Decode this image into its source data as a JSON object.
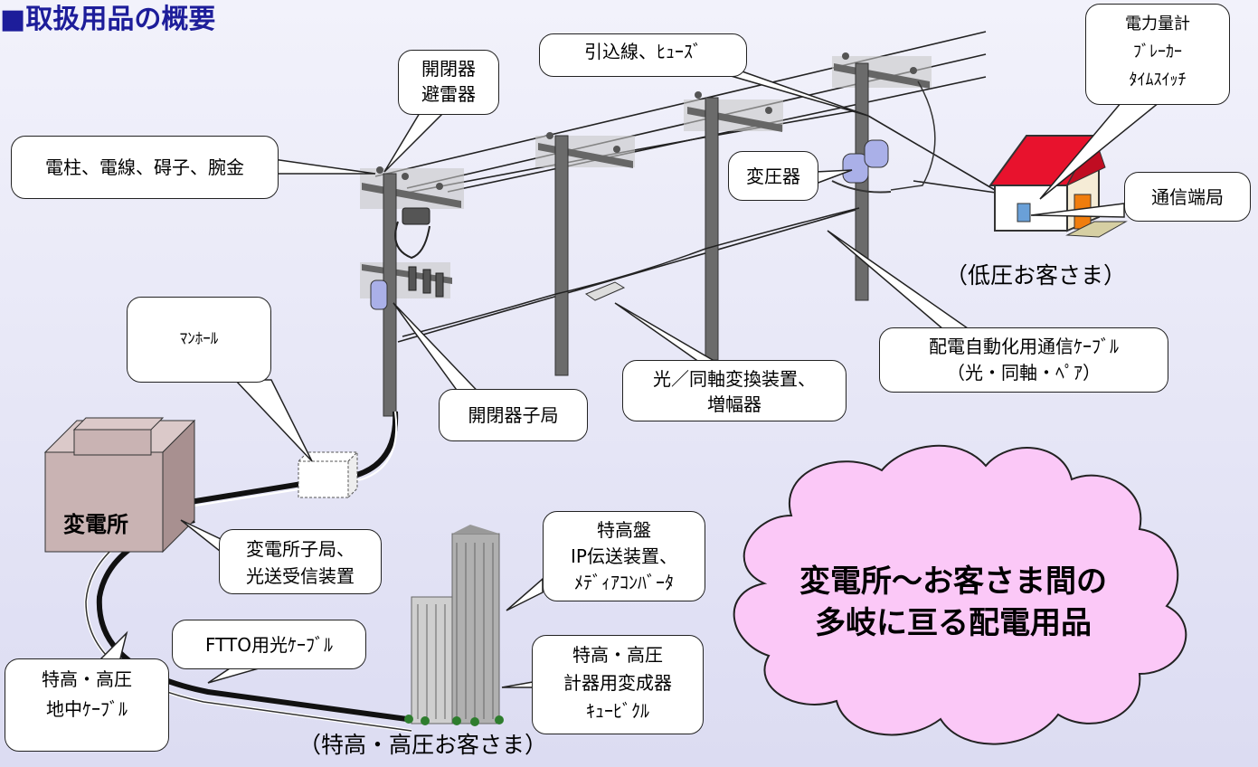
{
  "title": "■取扱用品の概要",
  "labels": {
    "pole": "電柱、電線、碍子、腕金",
    "switch": "開閉器\n避雷器",
    "service": "引込線、ﾋｭｰｽﾞ",
    "meter": "電力量計\nﾌﾞﾚｰｶｰ\nﾀｲﾑｽｲｯﾁ",
    "transformer": "変圧器",
    "comm_terminal": "通信端局",
    "low_voltage": "（低圧お客さま）",
    "manhole": "ﾏﾝﾎｰﾙ",
    "cable": "配電自動化用通信ｹｰﾌﾞﾙ\n（光・同軸・ﾍﾟｱ）",
    "converter": "光／同軸変換装置、\n増幅器",
    "switch_station": "開閉器子局",
    "substation": "変電所",
    "substation_sub": "変電所子局、\n光送受信装置",
    "special_panel": "特高盤\nIP伝送装置、\nﾒﾃﾞｨｱｺﾝﾊﾞｰﾀ",
    "ftto": "FTTO用光ｹｰﾌﾞﾙ",
    "transformer_hv": "特高・高圧\n計器用変成器\nｷｭｰﾋﾞｸﾙ",
    "underground": "特高・高圧\n地中ｹｰﾌﾞﾙ",
    "hv_customer": "（特高・高圧お客さま）",
    "cloud": "変電所～お客さま間の\n多岐に亘る配電用品"
  },
  "colors": {
    "title": "#1d1d9a",
    "roof": "#e8122d",
    "cloud": "#fbc8f7",
    "substation": "#c9b3b3"
  }
}
